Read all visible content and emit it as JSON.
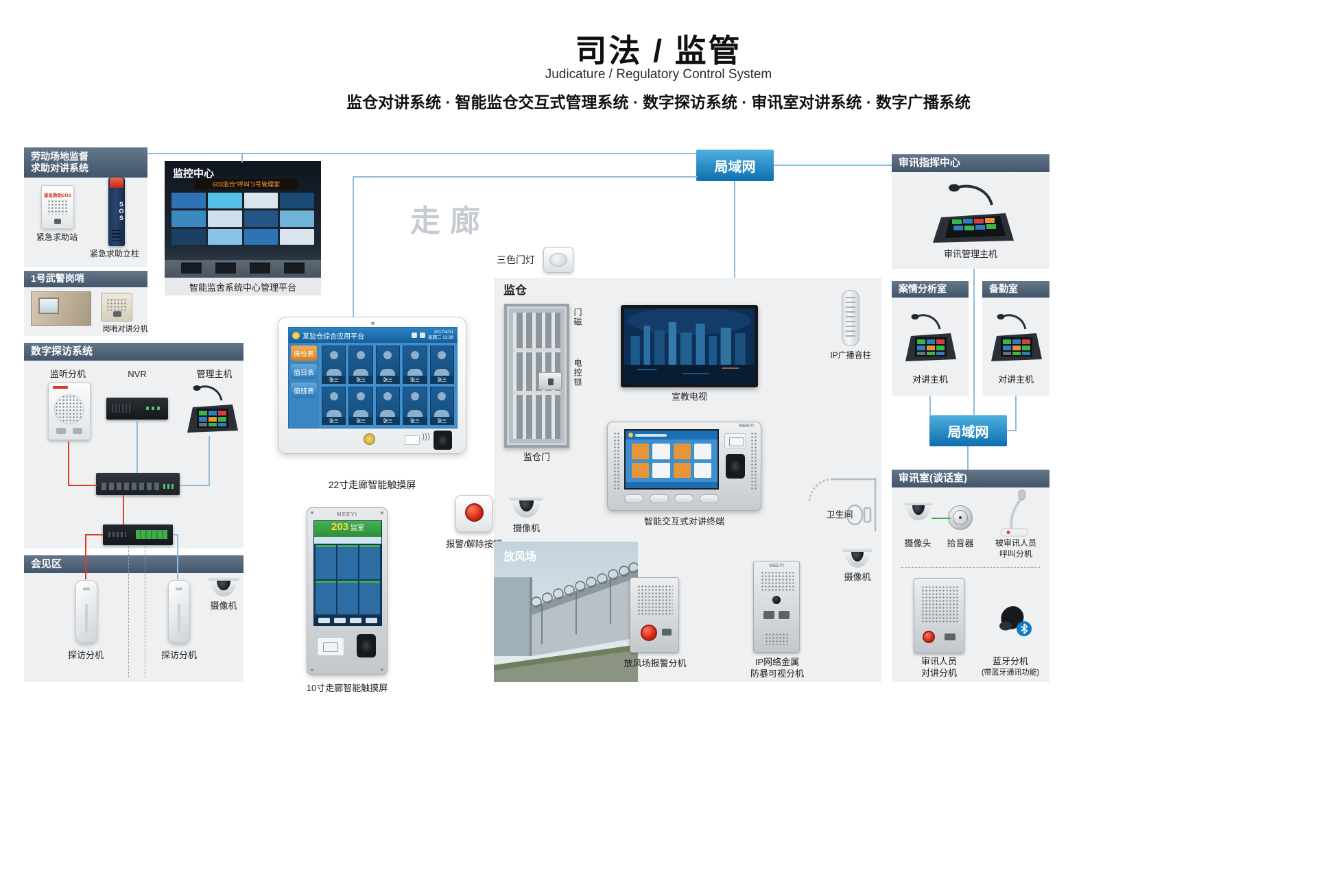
{
  "header": {
    "title": "司法 / 监管",
    "subtitle": "Judicature / Regulatory Control System",
    "systems": "监仓对讲系统 · 智能监仓交互式管理系统 · 数字探访系统 · 审讯室对讲系统 · 数字广播系统"
  },
  "labels": {
    "corridor": "走廊",
    "lan": "局域网",
    "door_light": "三色门灯",
    "alarm_button": "报警/解除按钮"
  },
  "labor": {
    "title1": "劳动场地监督",
    "title2": "求助对讲系统",
    "station_text": "紧急救助SOS",
    "pillar_text": "SOS",
    "station_label": "紧急求助站",
    "pillar_label": "紧急求助立柱"
  },
  "sentry": {
    "title": "1号武警岗哨",
    "device": "岗哨对讲分机"
  },
  "monitor": {
    "title": "监控中心",
    "banner": "603监仓“呼叫”3号管理室",
    "caption": "智能监舍系统中心管理平台"
  },
  "visit": {
    "title": "数字探访系统",
    "listen": "监听分机",
    "nvr": "NVR",
    "host": "管理主机"
  },
  "meeting": {
    "title": "会见区",
    "phone1": "探访分机",
    "phone2": "探访分机",
    "camera": "摄像机"
  },
  "touch22": {
    "caption": "22寸走廊智能触摸屏",
    "app_title": "某监仓综合应用平台",
    "date_line1": "2017/4/11",
    "date_line2": "星期二 11:28",
    "tab1": "床位表",
    "tab2": "值日表",
    "tab3": "值班表",
    "person_name": "张三"
  },
  "touch10": {
    "caption": "10寸走廊智能触摸屏",
    "brand": "MEEYI",
    "room_number": "203",
    "room_suffix": "监室"
  },
  "cell": {
    "title": "监仓",
    "door": "监仓门",
    "door_sensor": "门磁",
    "lock": "电控锁",
    "tv": "宣教电视",
    "speaker": "IP广播音柱",
    "terminal": "智能交互式对讲终端",
    "terminal_brand": "MEEYI",
    "camera": "摄像机",
    "toilet": "卫生间"
  },
  "yard": {
    "title": "放风场",
    "alarm": "放风场报警分机",
    "metal1": "IP网络金属",
    "metal2": "防暴可视分机",
    "camera": "摄像机",
    "brand": "MEEYI"
  },
  "command": {
    "title": "审讯指挥中心",
    "device": "审讯管理主机"
  },
  "case_room": {
    "title": "案情分析室",
    "device": "对讲主机"
  },
  "duty_room": {
    "title": "备勤室",
    "device": "对讲主机"
  },
  "interrogation": {
    "title": "审讯室(谈话室)",
    "camera": "摄像头",
    "mic": "拾音器",
    "callee1": "被审讯人员",
    "callee2": "呼叫分机",
    "officer1": "审讯人员",
    "officer2": "对讲分机",
    "bt1": "蓝牙分机",
    "bt2": "(带蓝牙通讯功能)"
  },
  "colors": {
    "lan_blue": "#0d6fb0",
    "header_slate": "#43556a",
    "accent_red": "#d42310",
    "line_blue": "#8cbcde",
    "line_red": "#e03a2f",
    "screen_blue": "#4090cf",
    "active_orange": "#e8953a",
    "green": "#3fae4a"
  }
}
